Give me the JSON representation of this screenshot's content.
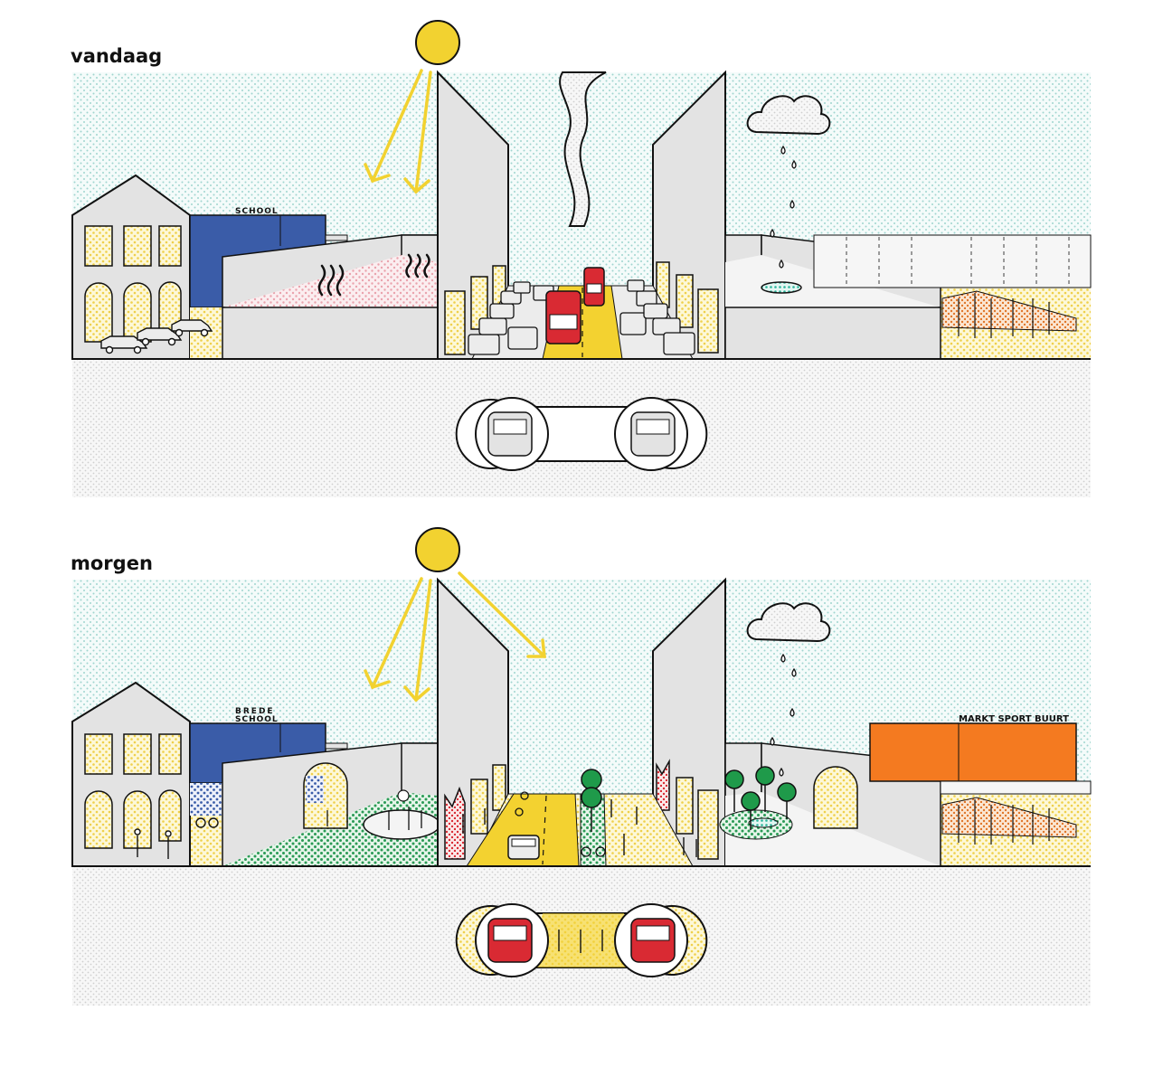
{
  "panels": {
    "top": {
      "title": "vandaag",
      "labels": {
        "school": "SCHOOL"
      }
    },
    "bottom": {
      "title": "morgen",
      "labels": {
        "school_line1": "BREDE",
        "school_line2": "SCHOOL",
        "market": "MARKT SPORT BUURT"
      }
    }
  },
  "colors": {
    "sun": "#f2d230",
    "road": "#f3d230",
    "school": "#3a5ca8",
    "market": "#f47a20",
    "bus": "#d92a33",
    "tree": "#1f9a4a",
    "wall": "#e3e3e3",
    "outline": "#111111"
  }
}
